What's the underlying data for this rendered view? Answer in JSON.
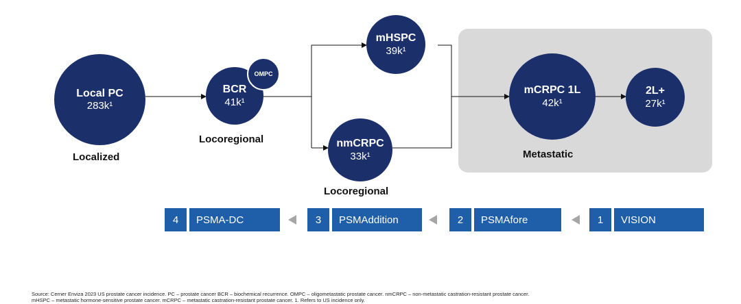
{
  "nodes": {
    "local_pc": {
      "name": "Local PC",
      "value": "283k¹"
    },
    "bcr": {
      "name": "BCR",
      "value": "41k¹"
    },
    "ompc": {
      "name": "OMPC"
    },
    "mhspc": {
      "name": "mHSPC",
      "value": "39k¹"
    },
    "nmcrpc": {
      "name": "nmCRPC",
      "value": "33k¹"
    },
    "mcrpc_1l": {
      "name": "mCRPC 1L",
      "value": "42k¹"
    },
    "second_line": {
      "name": "2L+",
      "value": "27k¹"
    }
  },
  "stage_labels": {
    "localized": "Localized",
    "locoregional_bcr": "Locoregional",
    "locoregional_nmcrpc": "Locoregional",
    "metastatic": "Metastatic"
  },
  "trials": [
    {
      "number": "4",
      "name": "PSMA-DC"
    },
    {
      "number": "3",
      "name": "PSMAddition"
    },
    {
      "number": "2",
      "name": "PSMAfore"
    },
    {
      "number": "1",
      "name": "VISION"
    }
  ],
  "colors": {
    "node_fill": "#1b2f6b",
    "trial_fill": "#1f5ea8",
    "metastatic_bg": "#d9d9d9",
    "arrow_gray": "#a6a6a6"
  },
  "footnote": {
    "line1": "Source: Cerner Enviza 2023 US prostate cancer incidence.    PC – prostate cancer    BCR – biochemical recurrence.    OMPC – oligometastatic prostate cancer.    nmCRPC – non-metastatic castration-resistant prostate cancer.",
    "line2": "mHSPC – metastatic hormone-sensitive prostate cancer.    mCRPC – metastatic castration-resistant prostate cancer.    1. Refers to US incidence only."
  }
}
